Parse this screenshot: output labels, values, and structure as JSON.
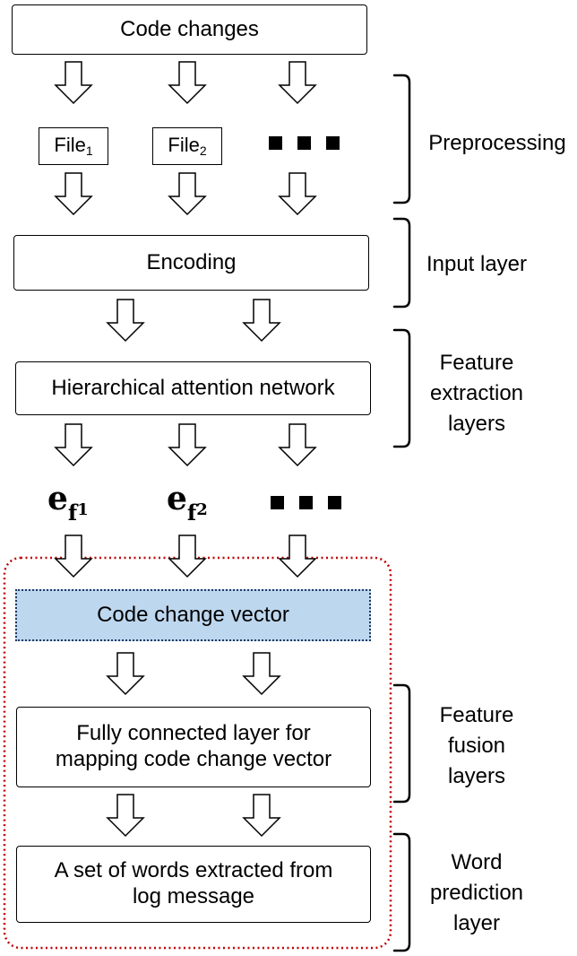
{
  "nodes": {
    "code_changes": "Code changes",
    "file1_name": "File",
    "file1_sub": "1",
    "file2_name": "File",
    "file2_sub": "2",
    "encoding": "Encoding",
    "han": "Hierarchical attention network",
    "emb1_base": "e",
    "emb1_sub": "f",
    "emb1_sub2": "1",
    "emb2_base": "e",
    "emb2_sub": "f",
    "emb2_sub2": "2",
    "code_change_vector": "Code change vector",
    "fc_line1": "Fully connected layer for",
    "fc_line2": "mapping code change vector",
    "words_line1": "A set of words extracted from",
    "words_line2": "log message"
  },
  "labels": {
    "preprocessing": "Preprocessing",
    "input_layer": "Input layer",
    "feature_extraction": [
      "Feature",
      "extraction",
      "layers"
    ],
    "feature_fusion": [
      "Feature",
      "fusion",
      "layers"
    ],
    "word_prediction": [
      "Word",
      "prediction",
      "layer"
    ]
  },
  "colors": {
    "vector_fill": "#bdd7ee",
    "vector_border": "#1f3864",
    "group_border": "#c00000"
  }
}
